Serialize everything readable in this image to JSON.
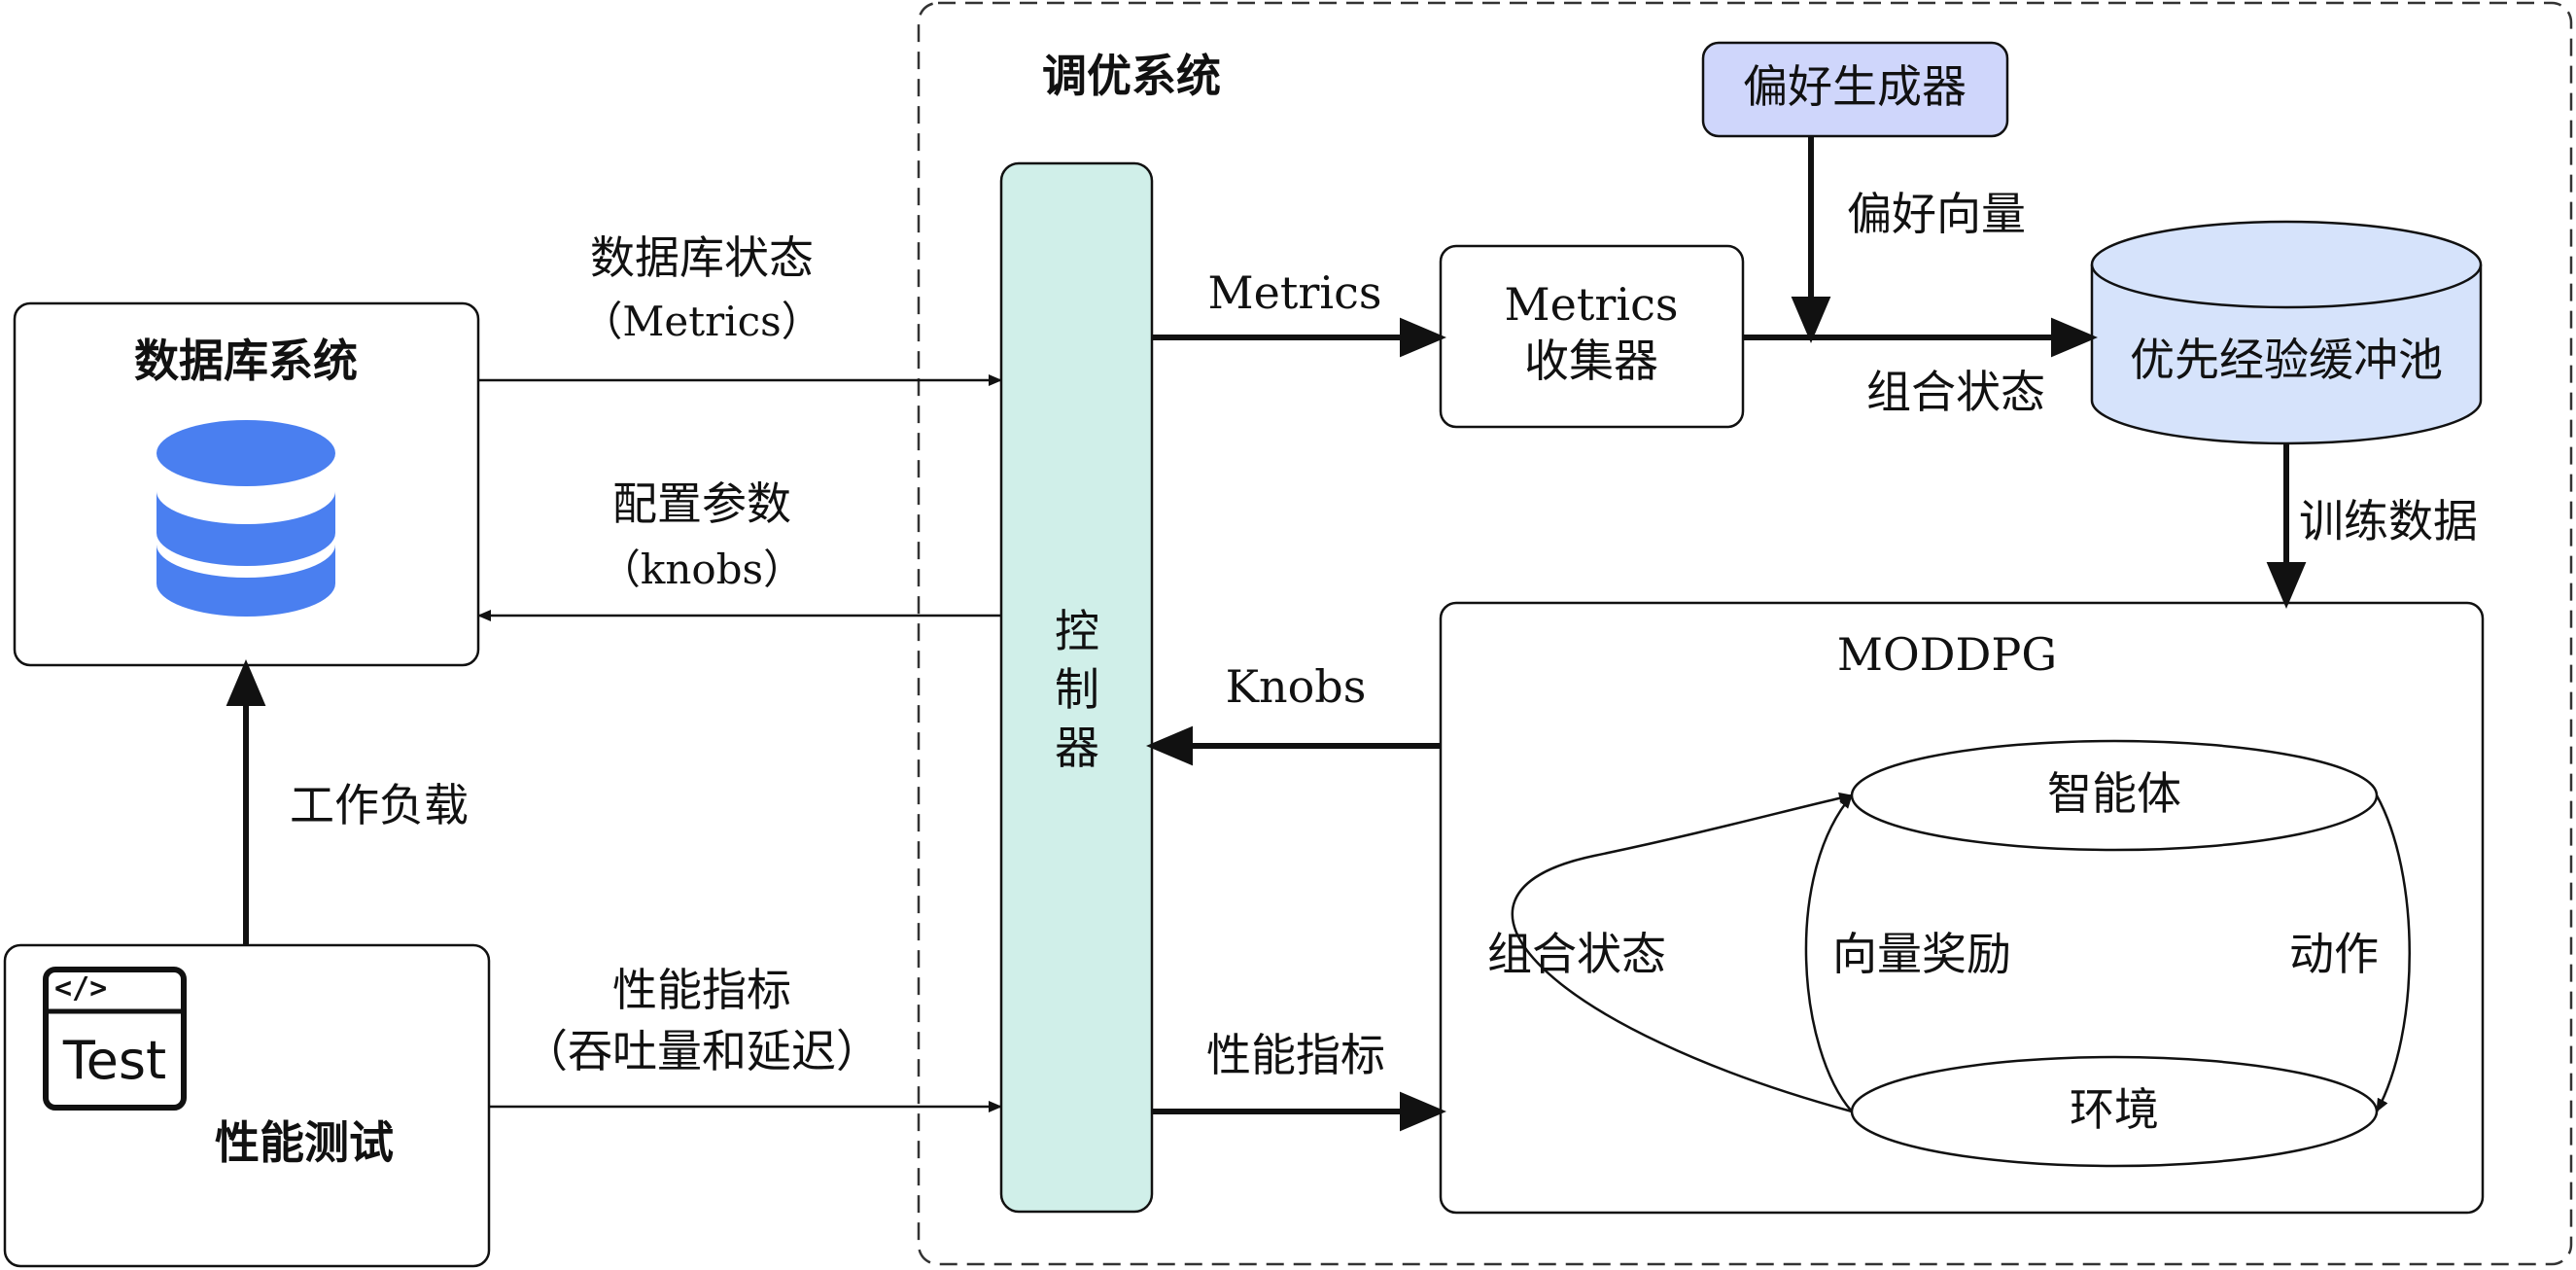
{
  "colors": {
    "controller_fill": "#d0efe9",
    "preference_fill": "#cfd6fb",
    "buffer_fill": "#d6e3fb",
    "db_icon": "#4a7ff0",
    "stroke": "#111111"
  },
  "icons": {
    "database": "database-icon",
    "test": "code-window-icon"
  },
  "tuning_system": {
    "title": "调优系统"
  },
  "database_system": {
    "title": "数据库系统"
  },
  "performance_test": {
    "title": "性能测试",
    "icon_text": "Test",
    "icon_code": "</>"
  },
  "controller": {
    "chars": [
      "控",
      "制",
      "器"
    ]
  },
  "preference_generator": {
    "label": "偏好生成器"
  },
  "metrics_collector": {
    "line1": "Metrics",
    "line2": "收集器"
  },
  "priority_buffer": {
    "label": "优先经验缓冲池"
  },
  "moddpg": {
    "title": "MODDPG",
    "agent": "智能体",
    "environment": "环境",
    "combined_state": "组合状态",
    "vector_reward": "向量奖励",
    "action": "动作"
  },
  "edges": {
    "db_state_line1": "数据库状态",
    "db_state_line2": "（Metrics）",
    "config_line1": "配置参数",
    "config_line2": "（knobs）",
    "workload": "工作负载",
    "perf_line1": "性能指标",
    "perf_line2": "（吞吐量和延迟）",
    "metrics": "Metrics",
    "pref_vector": "偏好向量",
    "combined_state": "组合状态",
    "train_data": "训练数据",
    "knobs": "Knobs",
    "perf_metrics": "性能指标"
  }
}
